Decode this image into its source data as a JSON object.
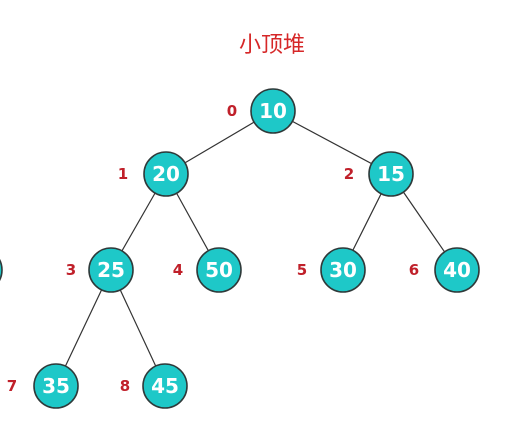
{
  "title": "小顶堆",
  "colors": {
    "node_fill": "#1ec8c8",
    "node_stroke": "#2f3a3a",
    "index_text": "#c0202a",
    "title_text": "#d62728",
    "edge": "#333333"
  },
  "nodes": [
    {
      "index": "0",
      "value": "10"
    },
    {
      "index": "1",
      "value": "20"
    },
    {
      "index": "2",
      "value": "15"
    },
    {
      "index": "3",
      "value": "25"
    },
    {
      "index": "4",
      "value": "50"
    },
    {
      "index": "5",
      "value": "30"
    },
    {
      "index": "6",
      "value": "40"
    },
    {
      "index": "7",
      "value": "35"
    },
    {
      "index": "8",
      "value": "45"
    }
  ],
  "edges": [
    [
      "0",
      "1"
    ],
    [
      "0",
      "2"
    ],
    [
      "1",
      "3"
    ],
    [
      "1",
      "4"
    ],
    [
      "2",
      "5"
    ],
    [
      "2",
      "6"
    ],
    [
      "3",
      "7"
    ],
    [
      "3",
      "8"
    ]
  ]
}
